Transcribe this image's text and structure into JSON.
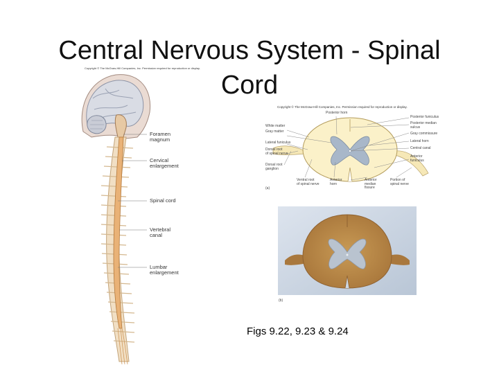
{
  "slide": {
    "title": "Central Nervous System - Spinal Cord",
    "caption": "Figs 9.22, 9.23 & 9.24"
  },
  "left_figure": {
    "copyright": "Copyright © The McGraw-Hill Companies, Inc. Permission required for reproduction or display.",
    "labels": {
      "foramen": "Foramen\nmagnum",
      "cervical": "Cervical\nenlargement",
      "spinal_cord": "Spinal cord",
      "vertebral": "Vertebral\ncanal",
      "lumbar": "Lumbar\nenlargement"
    }
  },
  "right_figure_a": {
    "copyright": "Copyright © The McGraw-Hill Companies, Inc. Permission required for reproduction or display.",
    "panel_label": "(a)",
    "labels": {
      "posterior_horn": "Posterior horn",
      "white_matter": "White matter",
      "gray_matter": "Gray matter",
      "lateral_funiculus": "Lateral funiculus",
      "dorsal_root": "Dorsal root\nof spinal nerve",
      "dorsal_root_ganglion": "Dorsal root\nganglion",
      "ventral_root": "Ventral root\nof spinal nerve",
      "anterior_horn": "Anterior\nhorn",
      "anterior_median_fissure": "Anterior\nmedian\nfissure",
      "portion_spinal_nerve": "Portion of\nspinal nerve",
      "posterior_funiculus": "Posterior funiculus",
      "posterior_median_sulcus": "Posterior median\nsulcus",
      "gray_commissure": "Gray commissure",
      "lateral_horn": "Lateral horn",
      "central_canal": "Central canal",
      "anterior_funiculus": "Anterior\nfuniculus"
    }
  },
  "right_figure_b": {
    "panel_label": "(b)"
  }
}
